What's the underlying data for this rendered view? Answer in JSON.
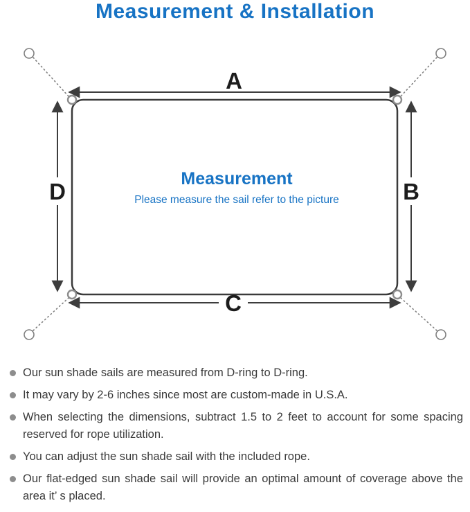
{
  "title": "Measurement & Installation",
  "diagram": {
    "labels": {
      "top": "A",
      "right": "B",
      "bottom": "C",
      "left": "D"
    },
    "center_title": "Measurement",
    "center_subtitle": "Please measure the sail refer to the picture"
  },
  "bullets": [
    "Our sun shade sails are measured from D-ring to D-ring.",
    "It may vary by 2-6 inches since most are custom-made in U.S.A.",
    "When selecting the dimensions, subtract 1.5 to 2 feet to account for some spacing reserved for rope utilization.",
    "You can adjust the sun shade sail with the included rope.",
    "Our flat-edged sun shade sail will provide an optimal amount of coverage above the area it’ s placed."
  ],
  "colors": {
    "accent_blue": "#1773c4",
    "body_text": "#3a3a3a",
    "line": "#3d3d3d",
    "bullet": "#8d8d8d"
  }
}
